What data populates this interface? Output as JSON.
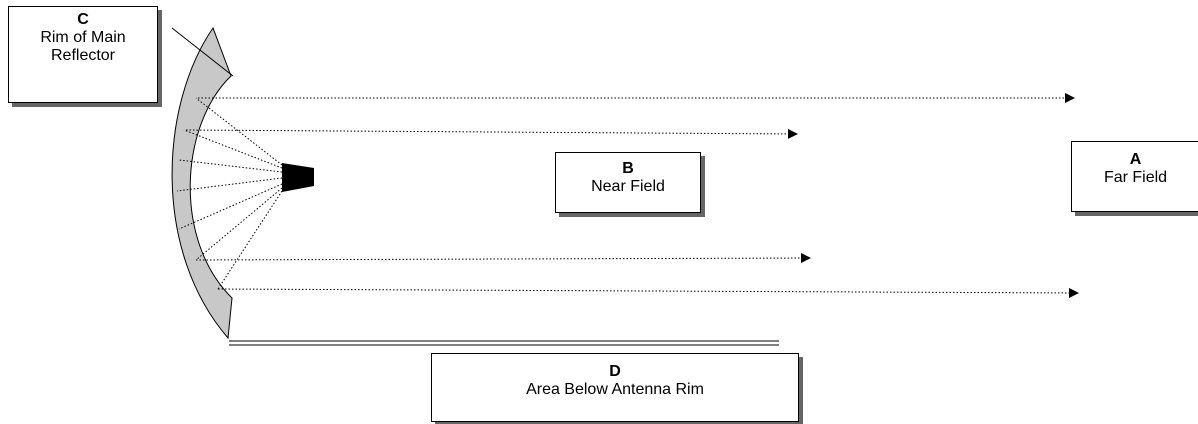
{
  "labels": {
    "far_field": {
      "letter": "A",
      "text": "Far Field"
    },
    "near_field": {
      "letter": "B",
      "text": "Near Field"
    },
    "rim": {
      "letter": "C",
      "line1": "Rim of Main",
      "line2": "Reflector"
    },
    "below_rim": {
      "letter": "D",
      "text": "Area Below Antenna Rim"
    }
  },
  "colors": {
    "reflector_fill": "#c8c8c8",
    "stroke": "#000000",
    "shadow": "#666666"
  }
}
